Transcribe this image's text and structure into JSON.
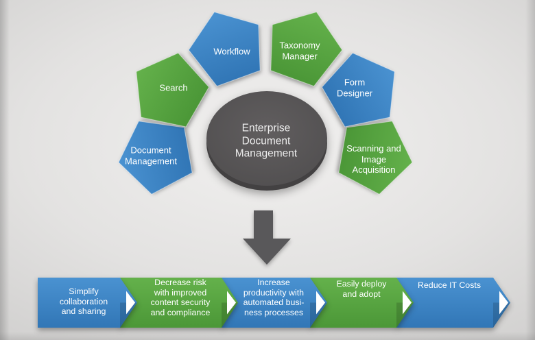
{
  "colors": {
    "blue_top": "#4a92d1",
    "blue_bottom": "#3176b6",
    "green_top": "#64b14b",
    "green_bottom": "#4b9737",
    "gray_top": "#615e5f",
    "gray_bottom": "#504e4f",
    "ellipse_rim": "#434142",
    "arrow": "#59585a",
    "chevron_white": "#ffffff"
  },
  "center_node": {
    "label": "Enterprise\nDocument\nManagement"
  },
  "modules": [
    {
      "id": "document-management",
      "label": "Document\nManagement",
      "color": "blue"
    },
    {
      "id": "search",
      "label": "Search",
      "color": "green"
    },
    {
      "id": "workflow",
      "label": "Workflow",
      "color": "blue"
    },
    {
      "id": "taxonomy-manager",
      "label": "Taxonomy\nManager",
      "color": "green"
    },
    {
      "id": "form-designer",
      "label": "Form\nDesigner",
      "color": "blue"
    },
    {
      "id": "scanning-image-acquisition",
      "label": "Scanning and\nImage\nAcquisition",
      "color": "green"
    }
  ],
  "benefits": [
    {
      "id": "simplify-collaboration",
      "label": "Simplify\ncollaboration\nand sharing",
      "color": "blue"
    },
    {
      "id": "decrease-risk",
      "label": "Decrease risk\nwith improved\ncontent security\nand compliance",
      "color": "green"
    },
    {
      "id": "increase-productivity",
      "label": "Increase\nproductivity with\nautomated busi-\nness processes",
      "color": "blue"
    },
    {
      "id": "easily-deploy",
      "label": "Easily deploy\nand adopt",
      "color": "green"
    },
    {
      "id": "reduce-it-costs",
      "label": "Reduce IT Costs",
      "color": "blue"
    }
  ]
}
